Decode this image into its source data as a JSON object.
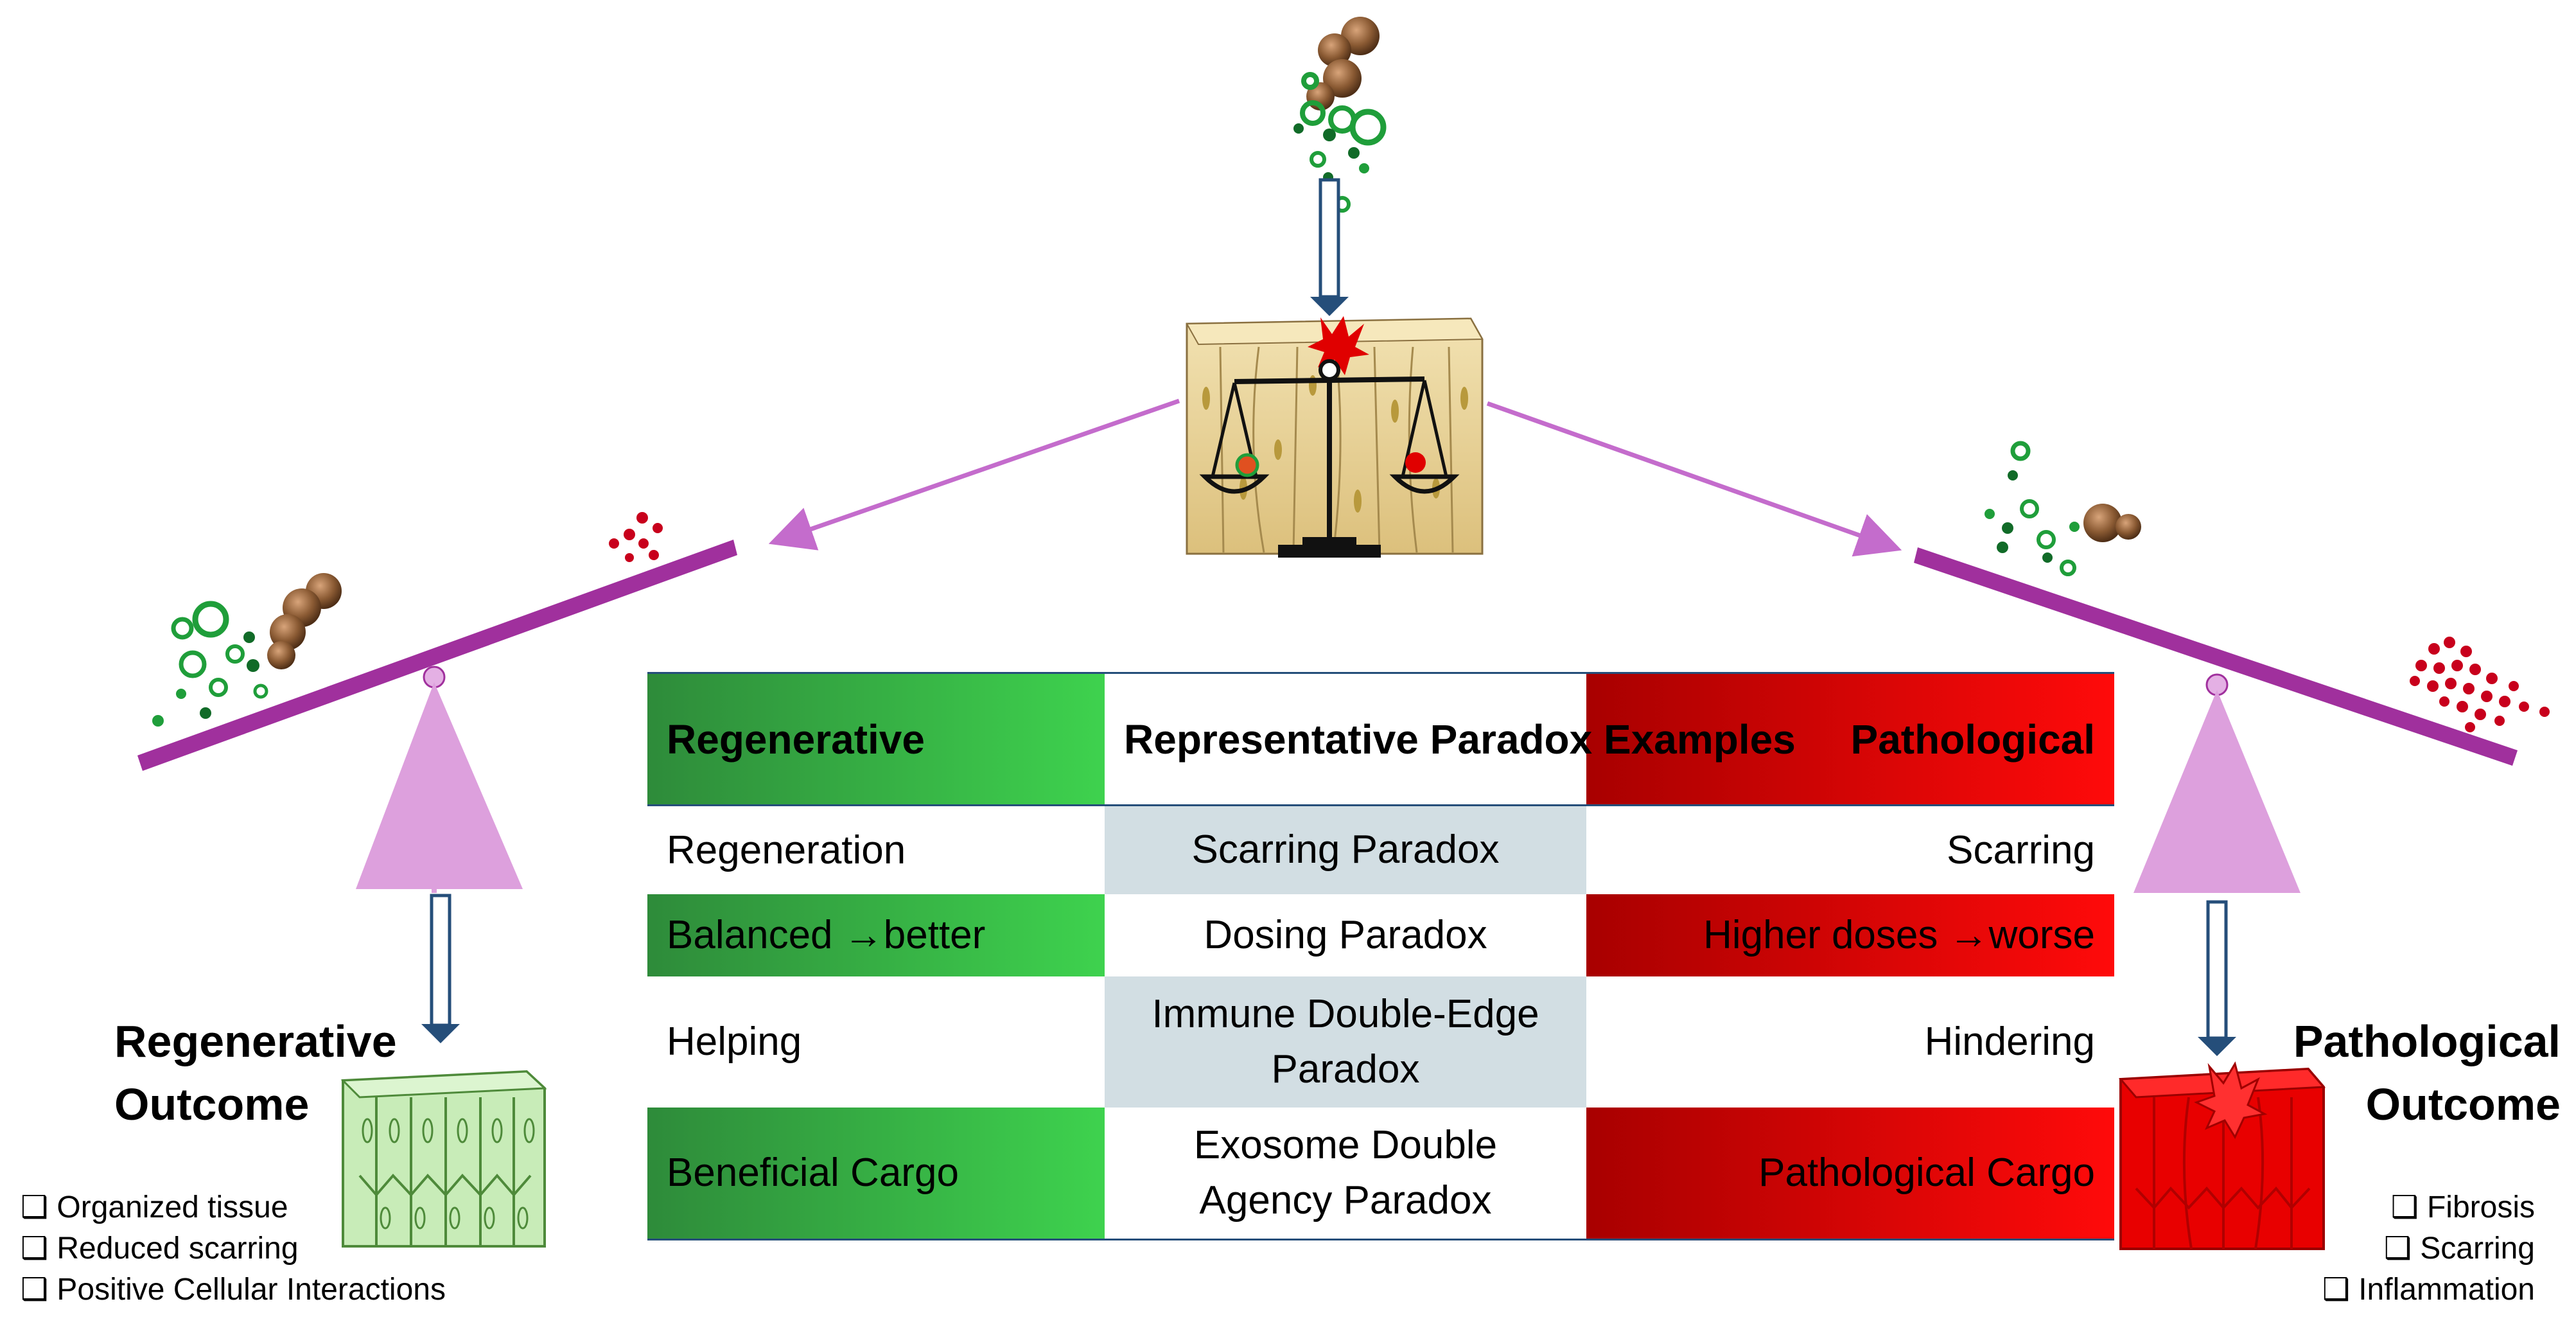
{
  "table": {
    "header": {
      "left": "Regenerative",
      "middle": "Representative Paradox Examples",
      "right": "Pathological"
    },
    "rows": [
      {
        "left": "Regeneration",
        "middle": "Scarring Paradox",
        "right": "Scarring"
      },
      {
        "left": "Balanced →better",
        "middle": "Dosing Paradox",
        "right": "Higher doses →worse"
      },
      {
        "left": "Helping",
        "middle": "Immune Double-Edge Paradox",
        "right": "Hindering"
      },
      {
        "left": "Beneficial Cargo",
        "middle": "Exosome Double Agency Paradox",
        "right": "Pathological Cargo"
      }
    ]
  },
  "regenerative_outcome": {
    "title_line1": "Regenerative",
    "title_line2": "Outcome",
    "items": [
      "Organized tissue",
      "Reduced scarring",
      "Positive Cellular Interactions"
    ]
  },
  "pathological_outcome": {
    "title_line1": "Pathological",
    "title_line2": "Outcome",
    "items": [
      "Fibrosis",
      "Scarring",
      "Inflammation"
    ]
  },
  "colors": {
    "beam": "#a0309d",
    "fulcrum": "#dda0dd",
    "arrow": "#c46ccc",
    "exosome_green": "#1f9e3a",
    "exosome_red": "#c8001c",
    "cell_brown": "#8a5a33",
    "tissue_tan": "#e8d5a0",
    "tissue_green": "#c8ecb8",
    "tissue_red": "#e80000",
    "table_border": "#254e7a"
  }
}
